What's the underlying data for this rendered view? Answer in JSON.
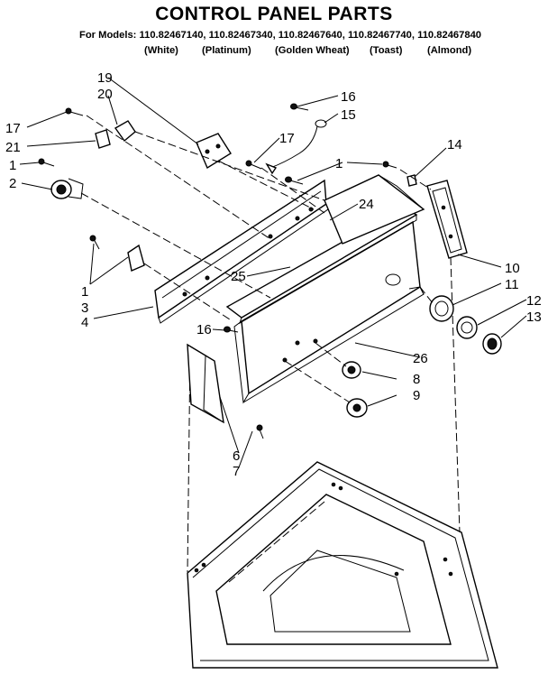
{
  "title": "CONTROL PANEL PARTS",
  "models_line": "For Models: 110.82467140, 110.82467340, 110.82467640, 110.82467740, 110.82467840",
  "colors": [
    "(White)",
    "(Platinum)",
    "(Golden Wheat)",
    "(Toast)",
    "(Almond)"
  ],
  "callouts": {
    "c19": "19",
    "c20": "20",
    "c16a": "16",
    "c15": "15",
    "c17a": "17",
    "c17b": "17",
    "c21": "21",
    "c1a": "1",
    "c1b": "1",
    "c2": "2",
    "c14": "14",
    "c24": "24",
    "c25": "25",
    "c10": "10",
    "c11": "11",
    "c12": "12",
    "c13": "13",
    "c1c": "1",
    "c3": "3",
    "c4": "4",
    "c16b": "16",
    "c26": "26",
    "c8": "8",
    "c9": "9",
    "c6": "6",
    "c7": "7"
  }
}
